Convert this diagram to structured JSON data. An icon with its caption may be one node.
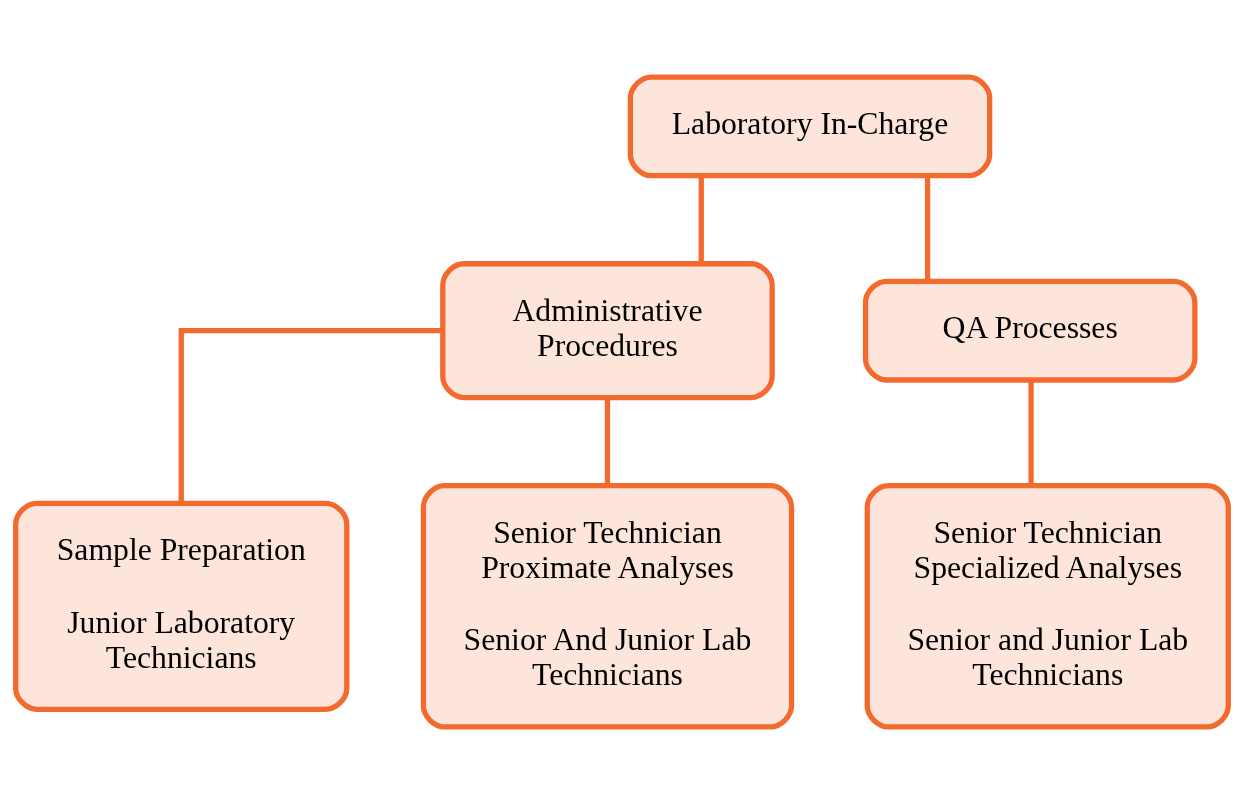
{
  "diagram": {
    "nodes": [
      {
        "text": [
          "Laboratory In-Charge"
        ]
      },
      {
        "text": [
          "Administrative Procedures"
        ]
      },
      {
        "text": [
          "QA Processes"
        ]
      },
      {
        "text": [
          "Sample Preparation",
          "Junior Laboratory Technicians"
        ]
      },
      {
        "text": [
          "Senior Technician Proximate Analyses",
          "Senior And Junior Lab Technicians"
        ]
      },
      {
        "text": [
          "Senior Technician Specialized Analyses",
          "Senior and Junior Lab Technicians"
        ]
      }
    ],
    "edges": [
      {
        "from": 0,
        "to": 1,
        "arrow": "none"
      },
      {
        "from": 0,
        "to": 2,
        "arrow": "none"
      },
      {
        "from": 1,
        "to": 3,
        "arrow": "none"
      },
      {
        "from": 1,
        "to": 4,
        "arrow": "none"
      },
      {
        "from": 2,
        "to": 5,
        "arrow": "none"
      }
    ]
  }
}
